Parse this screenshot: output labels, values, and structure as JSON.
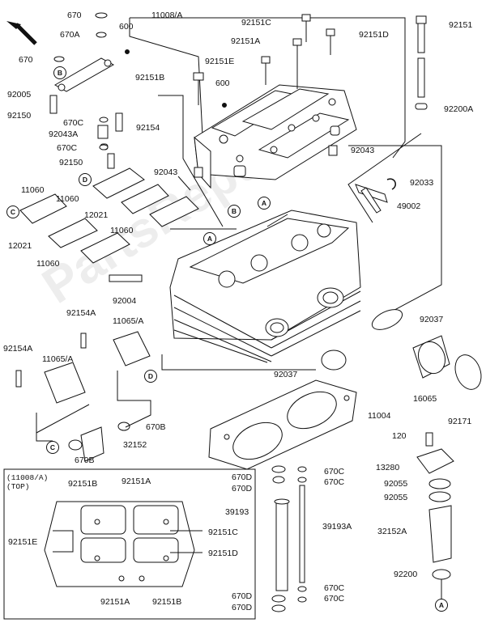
{
  "diagram": {
    "watermark": "PartsRepublik",
    "inset_title": "(11008/A)",
    "inset_subtitle": "(TOP)",
    "refs": {
      "a": "A",
      "b": "B",
      "c": "C",
      "d": "D"
    },
    "labels": {
      "p670a": "670",
      "p670b": "670A",
      "p600a": "600",
      "p11008a": "11008/A",
      "p92151c": "92151C",
      "p92151": "92151",
      "p92151a": "92151A",
      "p92151d": "92151D",
      "p670c": "670",
      "p92151e": "92151E",
      "p92005": "92005",
      "p92151b": "92151B",
      "p600b": "600",
      "p92200a": "92200A",
      "p92150a": "92150",
      "p670ca": "670C",
      "p92154": "92154",
      "p92043a": "92043A",
      "p670cb": "670C",
      "p92043b": "92043",
      "p92150b": "92150",
      "p92043c": "92043",
      "p92033": "92033",
      "p11060a": "11060",
      "p11060b": "11060",
      "p49002": "49002",
      "p12021a": "12021",
      "p12021b": "12021",
      "p11060c": "11060",
      "p11060d": "11060",
      "p92004": "92004",
      "p92154a": "92154A",
      "p11065a": "11065/A",
      "p92037a": "92037",
      "p92154aa": "92154A",
      "p11065aa": "11065/A",
      "p92037b": "92037",
      "p16065": "16065",
      "p92171": "92171",
      "p670ba": "670B",
      "p11004": "11004",
      "p32152": "32152",
      "p670bb": "670B",
      "p120": "120",
      "p670da": "670D",
      "p670cc": "670C",
      "p13280": "13280",
      "p670db": "670D",
      "p670cd": "670C",
      "p92055a": "92055",
      "p92055b": "92055",
      "p39193": "39193",
      "p39193a": "39193A",
      "p32152a": "32152A",
      "i92151b": "92151B",
      "i92151a": "92151A",
      "i92151c": "92151C",
      "i92151e": "92151E",
      "i92151d": "92151D",
      "i92151aa": "92151A",
      "i92151bb": "92151B",
      "p670ce": "670C",
      "p670dc": "670D",
      "p670cf": "670C",
      "p670dd": "670D",
      "p92200": "92200"
    }
  }
}
